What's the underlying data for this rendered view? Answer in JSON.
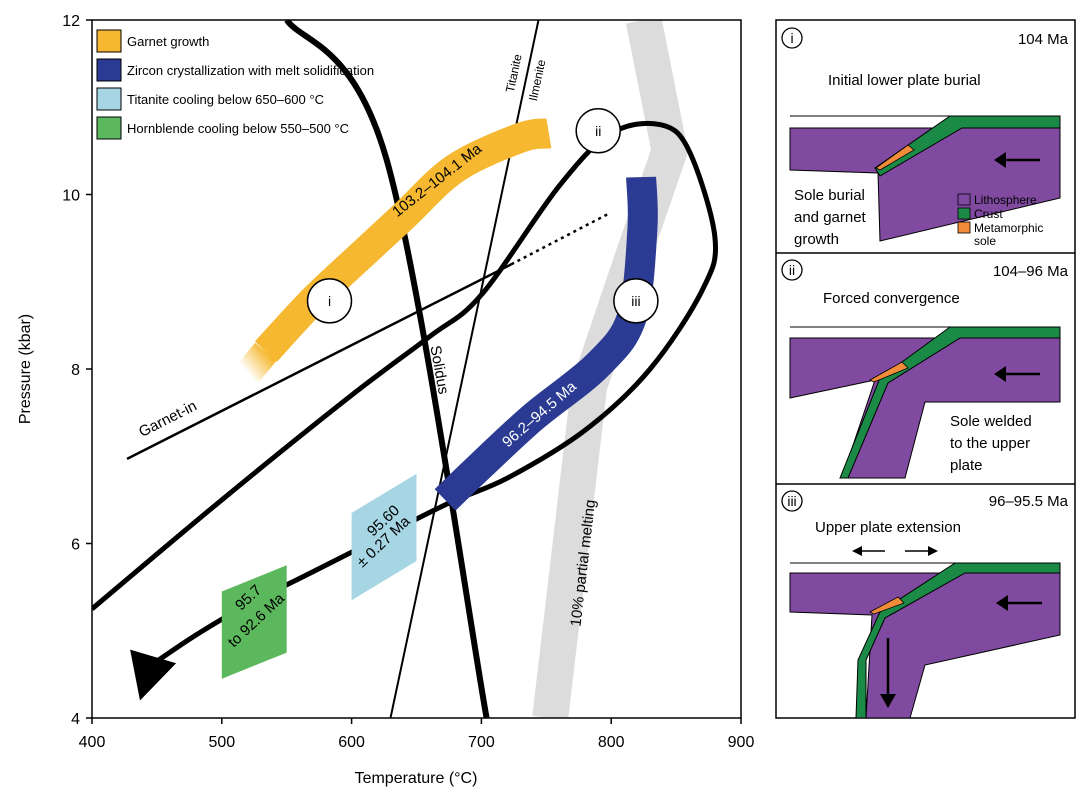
{
  "chart_data": {
    "type": "line",
    "xlabel": "Temperature (°C)",
    "ylabel": "Pressure (kbar)",
    "xlim": [
      400,
      900
    ],
    "ylim": [
      4,
      12
    ],
    "xticks": [
      400,
      500,
      600,
      700,
      800,
      900
    ],
    "yticks": [
      4,
      6,
      8,
      10,
      12
    ],
    "grid": false,
    "legend": {
      "placement": "top-left",
      "entries": [
        {
          "label": "Garnet growth",
          "color": "#f5b830"
        },
        {
          "label": "Zircon crystallization with melt solidification",
          "color": "#2b3a92"
        },
        {
          "label": "Titanite cooling below 650–600 °C",
          "color": "#a6d6e4"
        },
        {
          "label": "Hornblende cooling below 550–500 °C",
          "color": "#5cb85c"
        }
      ]
    },
    "lines": {
      "solidus": {
        "label": "Solidus",
        "points": [
          [
            550,
            12
          ],
          [
            627,
            10.4
          ],
          [
            704,
            4
          ]
        ]
      },
      "garnet_in": {
        "label": "Garnet-in",
        "points": [
          [
            427,
            6.97
          ],
          [
            723,
            9.2
          ]
        ],
        "dotted_to": [
          798,
          9.78
        ]
      },
      "titanite_ilmenite": {
        "labels": [
          "Titanite",
          "Ilmenite"
        ],
        "points": [
          [
            630,
            4
          ],
          [
            744,
            12
          ]
        ]
      },
      "partial_melting": {
        "label": "10% partial melting",
        "points": [
          [
            753,
            4
          ],
          [
            783,
            7.8
          ],
          [
            817,
            9.3
          ],
          [
            845,
            10.5
          ],
          [
            825,
            12
          ]
        ]
      }
    },
    "ptt_path": {
      "points": [
        [
          400,
          5.25
        ],
        [
          500,
          6.5
        ],
        [
          600,
          7.7
        ],
        [
          660,
          8.37
        ],
        [
          700,
          8.85
        ],
        [
          760,
          10.1
        ],
        [
          800,
          10.7
        ],
        [
          838,
          10.8
        ],
        [
          860,
          10.5
        ],
        [
          880,
          9.5
        ],
        [
          870,
          8.9
        ],
        [
          830,
          8
        ],
        [
          780,
          7.3
        ],
        [
          720,
          6.75
        ],
        [
          673,
          6.45
        ],
        [
          600,
          5.9
        ],
        [
          560,
          5.6
        ],
        [
          520,
          5.3
        ],
        [
          480,
          4.95
        ],
        [
          445,
          4.6
        ]
      ],
      "arrow_tip": [
        437,
        4.2
      ]
    },
    "segments": {
      "garnet_growth": {
        "label": "103.2–104.1 Ma",
        "color": "#f5b830",
        "points": [
          [
            534,
            8.2
          ],
          [
            568,
            8.75
          ],
          [
            600,
            9.2
          ],
          [
            640,
            9.75
          ],
          [
            680,
            10.3
          ],
          [
            730,
            10.65
          ],
          [
            752,
            10.7
          ]
        ]
      },
      "zircon": {
        "label": "96.2–94.5 Ma",
        "color": "#2b3a92",
        "points": [
          [
            823,
            10.2
          ],
          [
            824,
            9.6
          ],
          [
            816,
            8.6
          ],
          [
            790,
            8.05
          ],
          [
            740,
            7.45
          ],
          [
            700,
            6.9
          ],
          [
            672,
            6.5
          ]
        ]
      }
    },
    "boxes": {
      "titanite": {
        "label_lines": [
          "95.60",
          "± 0.27 Ma"
        ],
        "color": "#a6d6e4",
        "x": [
          600,
          650
        ],
        "y_center": [
          5.85,
          6.3
        ],
        "height": 1.0
      },
      "hornblende": {
        "label_lines": [
          "95.7",
          "to 92.6 Ma"
        ],
        "color": "#5cb85c",
        "x": [
          500,
          550
        ],
        "y_center": [
          4.95,
          5.25
        ],
        "height": 1.0
      }
    },
    "stage_markers": [
      {
        "label": "i",
        "x": 583,
        "y": 8.78
      },
      {
        "label": "ii",
        "x": 790,
        "y": 10.73
      },
      {
        "label": "iii",
        "x": 819,
        "y": 8.78
      }
    ]
  },
  "panels": [
    {
      "numeral": "i",
      "age": "104 Ma",
      "title": "Initial lower plate burial",
      "note_lines": [
        "Sole burial",
        "and garnet",
        "growth"
      ],
      "legend": [
        {
          "label": "Lithosphere",
          "color": "#7f4aa0"
        },
        {
          "label": "Crust",
          "color": "#1c8a47"
        },
        {
          "label": "Metamorphic sole",
          "color": "#f08c3a"
        }
      ]
    },
    {
      "numeral": "ii",
      "age": "104–96 Ma",
      "title": "Forced convergence",
      "note_lines": [
        "Sole welded",
        "to the upper",
        "plate"
      ]
    },
    {
      "numeral": "iii",
      "age": "96–95.5 Ma",
      "title": "Upper plate extension"
    }
  ],
  "colors": {
    "lithosphere": "#7f4aa0",
    "crust": "#1c8a47",
    "sole": "#f08c3a",
    "melting_band": "#dcdcdc"
  }
}
